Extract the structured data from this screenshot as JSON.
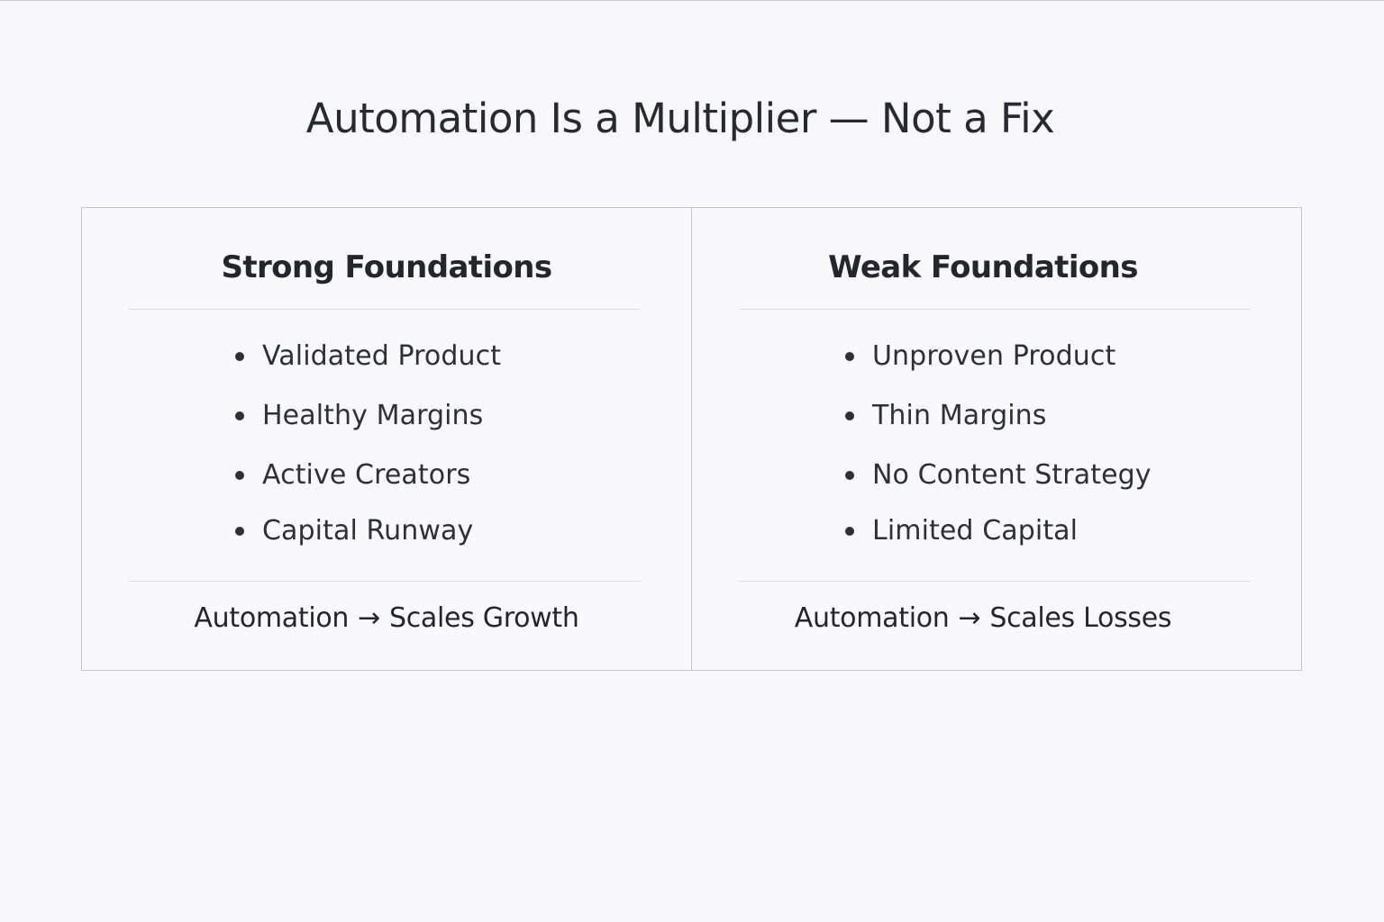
{
  "title": "Automation Is a Multiplier — Not a Fix",
  "colors": {
    "background": "#f8f7f9",
    "text": "#262a31",
    "border": "#c4c6cc",
    "divider": "#dddee3"
  },
  "panels": [
    {
      "heading": "Strong Foundations",
      "bullets": [
        "Validated Product",
        "Healthy Margins",
        "Active Creators",
        "Capital Runway"
      ],
      "outcome": {
        "subject": "Automation",
        "arrow": "→",
        "result": "Scales Growth"
      }
    },
    {
      "heading": "Weak Foundations",
      "bullets": [
        "Unproven Product",
        "Thin Margins",
        "No Content Strategy",
        "Limited Capital"
      ],
      "outcome": {
        "subject": "Automation",
        "arrow": "→",
        "result": "Scales Losses"
      }
    }
  ]
}
